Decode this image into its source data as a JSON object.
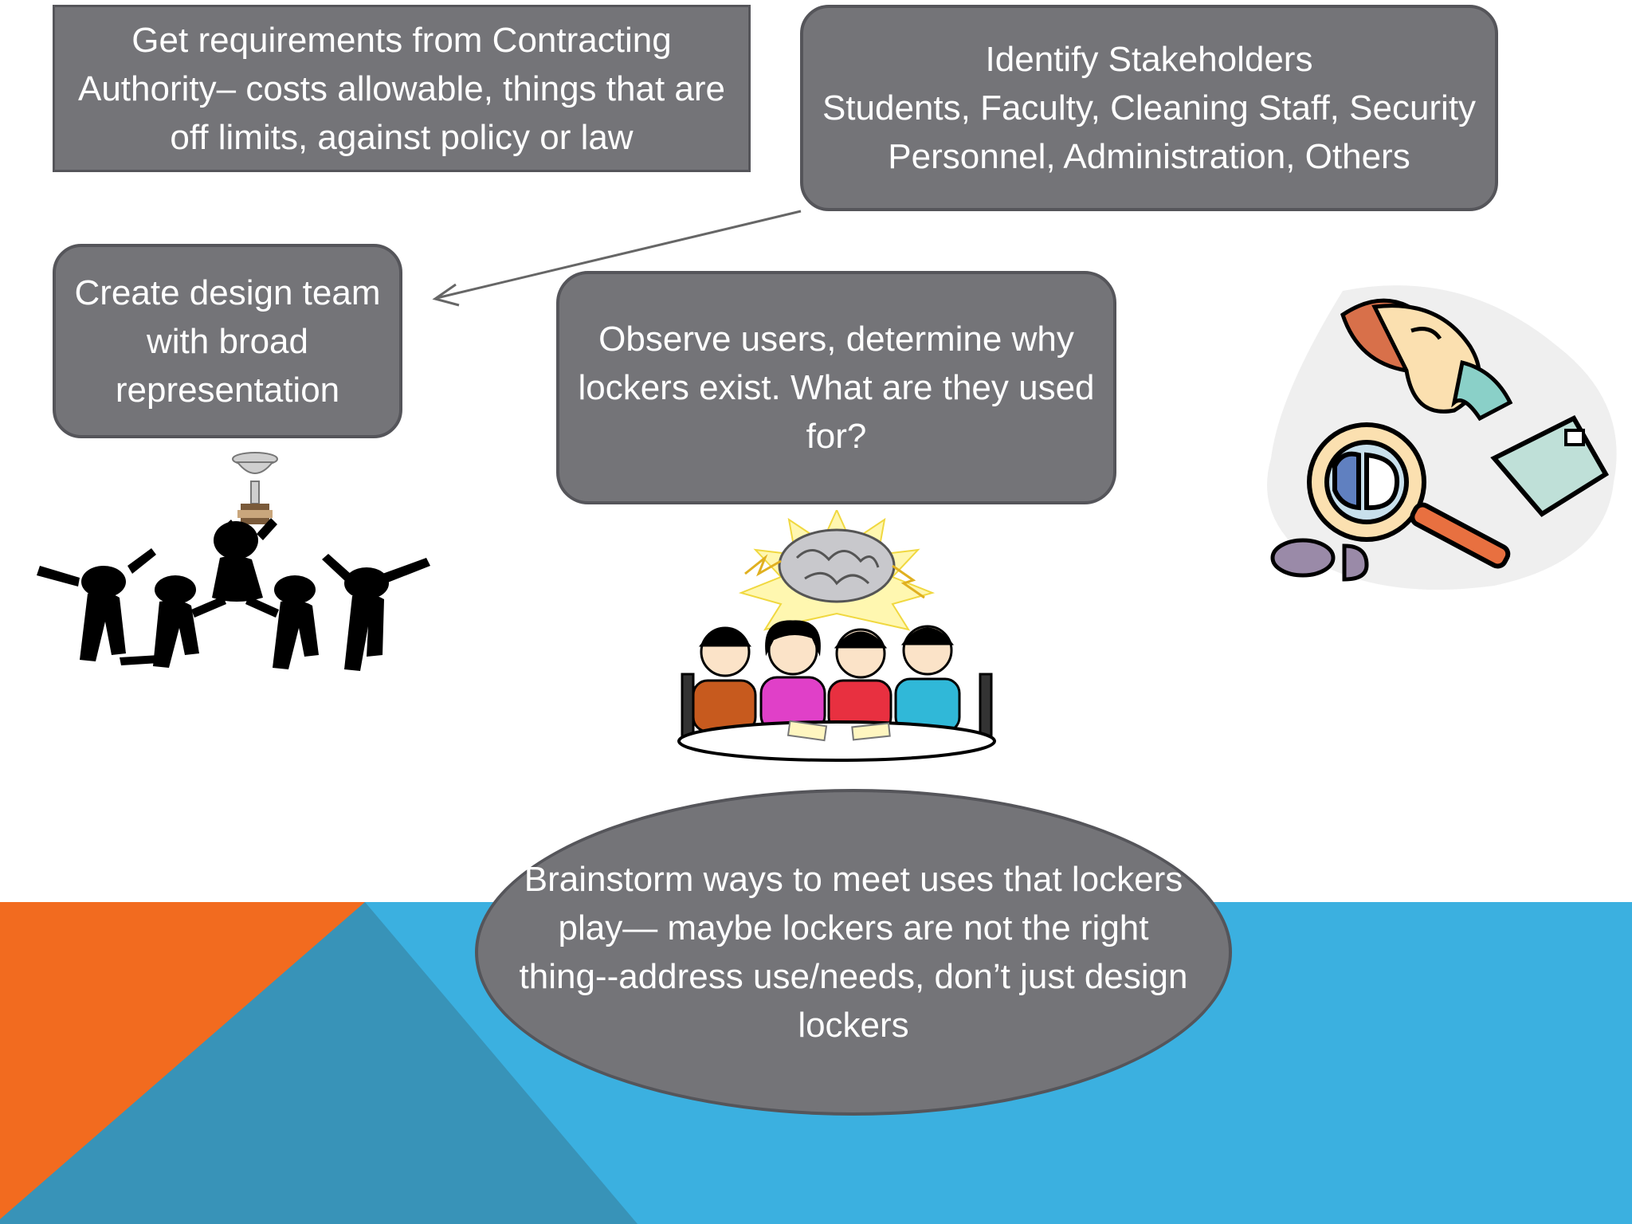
{
  "boxes": {
    "requirements": "Get requirements from  Contracting Authority– costs allowable, things that are off limits, against policy or law",
    "stakeholders": "Identify Stakeholders\nStudents, Faculty, Cleaning Staff, Security Personnel, Administration, Others",
    "team": "Create design team with broad representation",
    "observe": "Observe users, determine why lockers exist.  What are they used for?",
    "brainstorm": "Brainstorm ways  to meet uses that lockers play— maybe lockers are not the right thing--address use/needs, don’t just design lockers"
  },
  "colors": {
    "box_fill": "#747478",
    "box_border": "#55555a",
    "orange": "#f26b1f",
    "blue": "#3bb0e0",
    "dark_teal": "#3893b8"
  },
  "clipart": [
    "celebrating-team-icon",
    "brainstorm-meeting-icon",
    "detective-magnifier-icon"
  ]
}
